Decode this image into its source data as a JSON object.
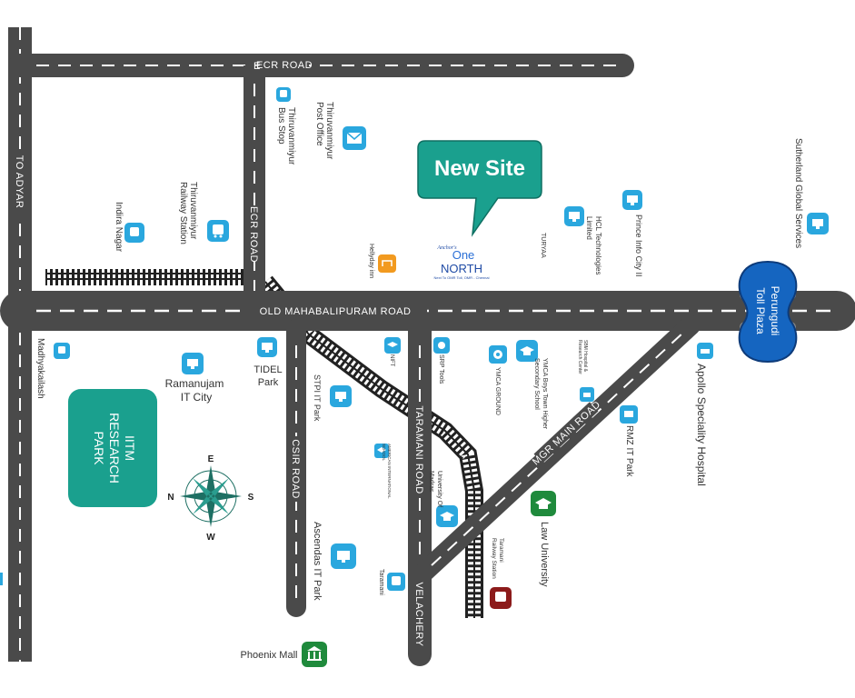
{
  "colors": {
    "road": "#4a4a4a",
    "road_dash": "#ffffff",
    "teal": "#1aa08e",
    "badge_blue": "#2aa7de",
    "toll_blue": "#1565c0",
    "green": "#1f8a3c",
    "orange": "#f29a1f",
    "maroon": "#8c1b1b",
    "text": "#333333"
  },
  "roads": {
    "ecr_road_top": "ECR ROAD",
    "ecr_road_vertical": "ECR ROAD",
    "to_adyar": "TO ADYAR",
    "omr": "OLD MAHABALIPURAM ROAD",
    "csir_road": "CSIR ROAD",
    "taramani_road": "TARAMANI ROAD",
    "velachery": "VELACHERY",
    "mgr_main_road": "MGR MAIN ROAD"
  },
  "callout": {
    "text": "New Site"
  },
  "project_logo": {
    "brand": "Anchor's",
    "name_top": "One",
    "name_bottom": "NORTH",
    "tagline": "Next To OMR Toll, OMR - Chennai"
  },
  "toll_plaza": {
    "line1": "Perungudi",
    "line2": "Toll Plaza"
  },
  "iitm": {
    "line1": "IITM",
    "line2": "RESEARCH",
    "line3": "PARK"
  },
  "compass": {
    "n": "N",
    "e": "E",
    "s": "S",
    "w": "W"
  },
  "landmarks": {
    "bus_stop_line1": "Thiruvanmiyur",
    "bus_stop_line2": "Bus Stop",
    "post_office_line1": "Thiruvanmiyur",
    "post_office_line2": "Post Office",
    "railway_station_line1": "Thiruvanmiyur",
    "railway_station_line2": "Railway Station",
    "indira_nagar": "Indira Nagar",
    "hellyday_inn": "Hellyday inn",
    "turyaa": "TURYAA",
    "hcl_line1": "HCL Technologies",
    "hcl_line2": "Limited",
    "prince_info": "Prince Info City II",
    "sutherland": "Sutherland Global Services",
    "madhyakailash": "Madhyakailash",
    "ramanujam_line1": "Ramanujam",
    "ramanujam_line2": "IT City",
    "tidel_line1": "TIDEL",
    "tidel_line2": "Park",
    "stpi": "STPI IT Park",
    "nift": "NIFT",
    "srp_tools": "SRP Tools",
    "ymca_ground": "YMCA GROUND",
    "ymca_school_line1": "YMCA Boys Town Higher",
    "ymca_school_line2": "Secondary School",
    "sbm_hospital_line1": "SBM Hospital &",
    "sbm_hospital_line2": "Research Center",
    "rmz": "RMZ IT Park",
    "apollo": "Apollo Speciality Hospital",
    "american_school_line1": "AMERICAN INTERNATIONAL",
    "american_school_line2": "SCHOOL",
    "univ_madras_line1": "University Of",
    "univ_madras_line2": "Madras",
    "law_university": "Law University",
    "taramani_station_line1": "Taramani",
    "taramani_station_line2": "Railway Station",
    "taramani": "Taramani",
    "ascendas": "Ascendas IT Park",
    "phoenix_mall": "Phoenix Mall"
  }
}
